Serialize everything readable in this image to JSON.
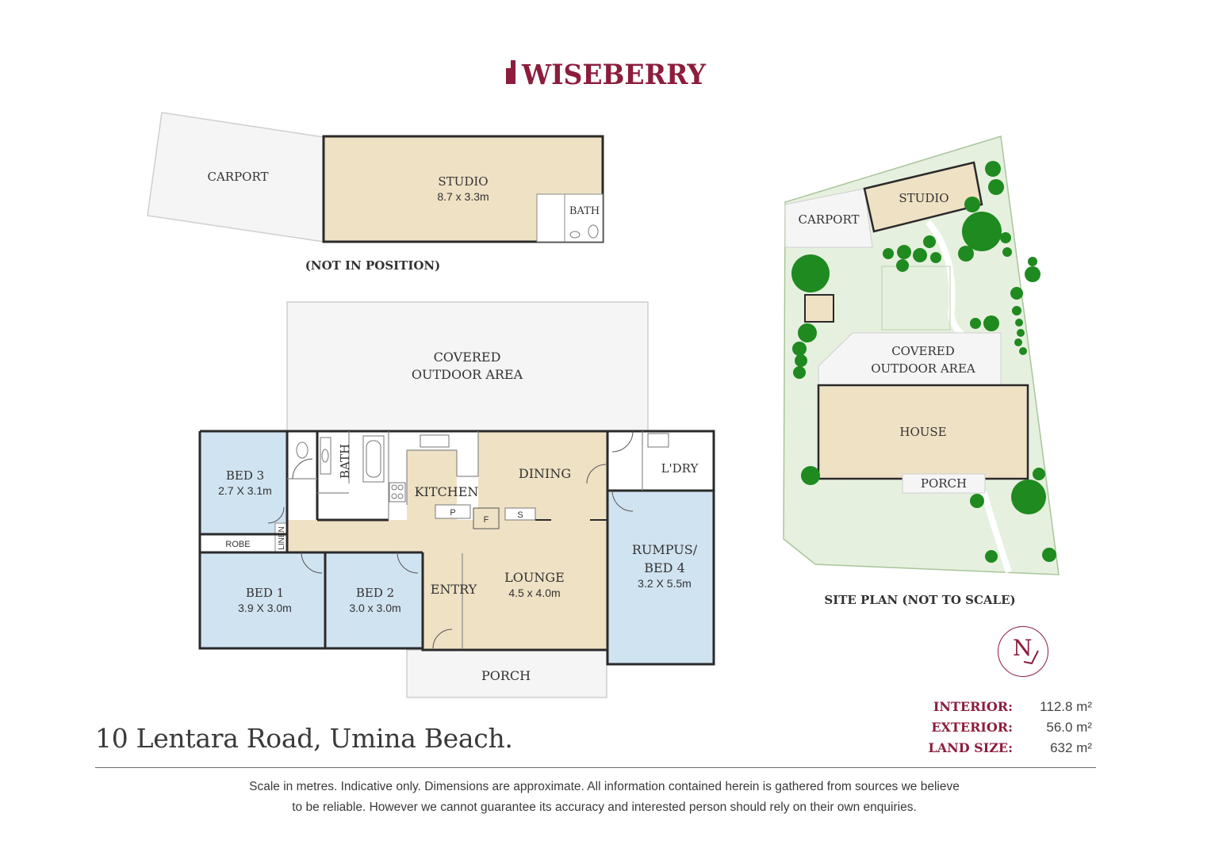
{
  "brand": {
    "name": "WISEBERRY",
    "color": "#8c1d3c"
  },
  "floor_plan": {
    "rooms": {
      "carport": "CARPORT",
      "studio": "STUDIO",
      "studio_dims": "8.7 x 3.3m",
      "studio_bath": "BATH",
      "not_in_position": "(NOT IN POSITION)",
      "covered_l1": "COVERED",
      "covered_l2": "OUTDOOR AREA",
      "bed3": "BED 3",
      "bed3_dims": "2.7 X 3.1m",
      "bath": "BATH",
      "kitchen": "KITCHEN",
      "dining": "DINING",
      "laundry": "L'DRY",
      "pantry": "P",
      "fridge": "F",
      "storage": "S",
      "robe": "ROBE",
      "linen": "LINEN",
      "bed1": "BED 1",
      "bed1_dims": "3.9 X 3.0m",
      "bed2": "BED 2",
      "bed2_dims": "3.0 x 3.0m",
      "entry": "ENTRY",
      "lounge": "LOUNGE",
      "lounge_dims": "4.5 x 4.0m",
      "rumpus_l1": "RUMPUS/",
      "rumpus_l2": "BED 4",
      "rumpus_dims": "3.2 X 5.5m",
      "porch": "PORCH"
    },
    "colors": {
      "living": "#efe1c4",
      "bedroom": "#d0e3f1",
      "outdoor": "#f5f5f5",
      "wall": "#2a2a2a"
    }
  },
  "site_plan": {
    "carport": "CARPORT",
    "studio": "STUDIO",
    "covered_l1": "COVERED",
    "covered_l2": "OUTDOOR AREA",
    "house": "HOUSE",
    "porch": "PORCH",
    "caption": "SITE PLAN (NOT TO SCALE)",
    "colors": {
      "land": "#e6f0df",
      "tree": "#1f8a1f"
    }
  },
  "compass": {
    "letter": "N"
  },
  "areas": [
    {
      "label": "INTERIOR:",
      "value": "112.8 m²"
    },
    {
      "label": "EXTERIOR:",
      "value": "56.0 m²"
    },
    {
      "label": "LAND SIZE:",
      "value": "632 m²"
    }
  ],
  "address": "10 Lentara Road, Umina Beach.",
  "disclaimer": {
    "line1": "Scale in metres. Indicative only. Dimensions are approximate. All information contained herein is gathered from sources we believe",
    "line2": "to be reliable. However we cannot guarantee its accuracy and interested person should rely on their own enquiries."
  }
}
